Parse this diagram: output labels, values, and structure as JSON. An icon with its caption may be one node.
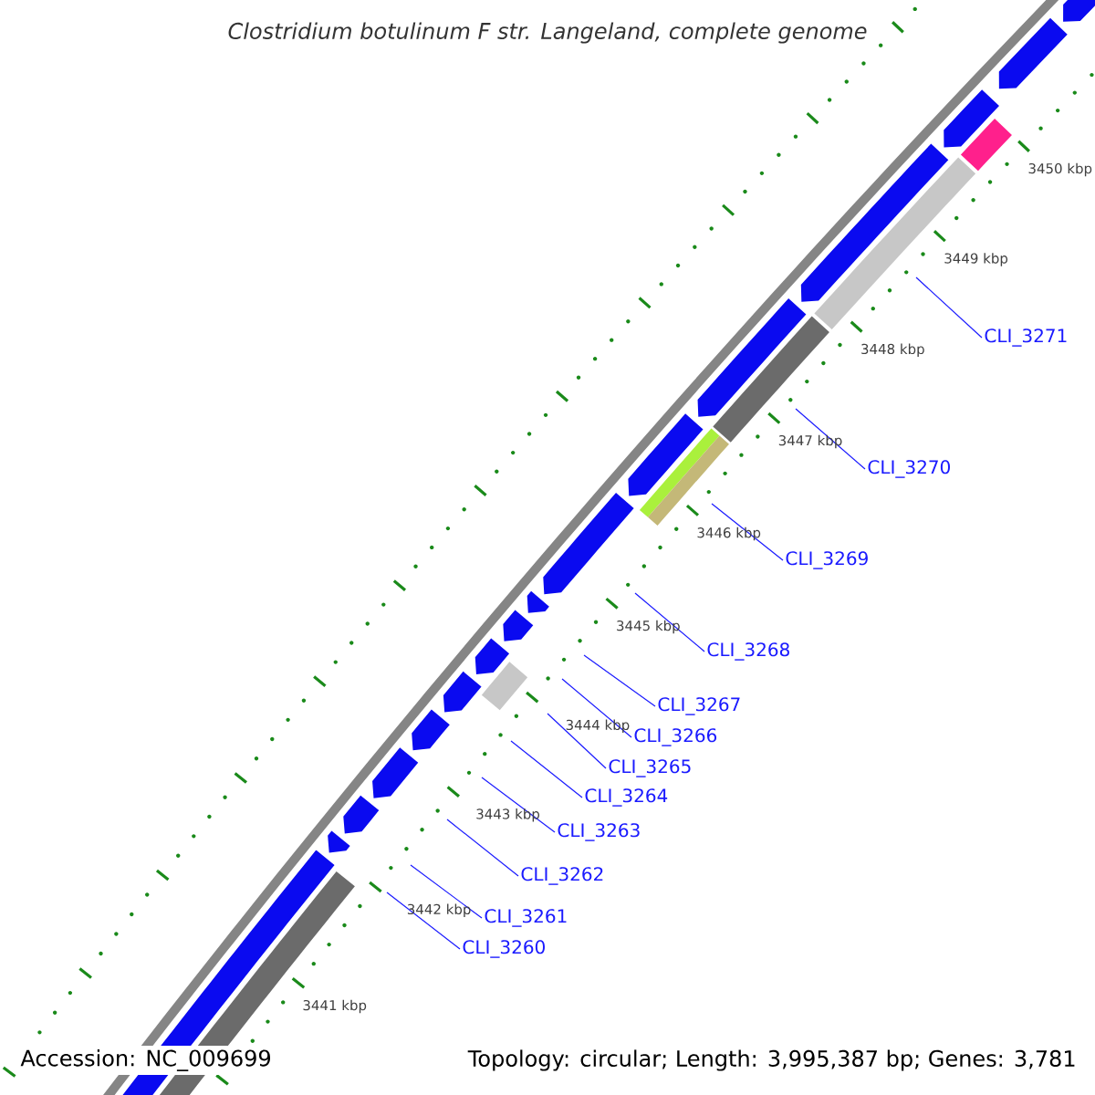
{
  "diagram": {
    "title": "Clostridium botulinum F str. Langeland, complete genome",
    "nodes": [
      {
        "text": [
          "CLI_3271"
        ]
      },
      {
        "text": [
          "CLI_3270"
        ]
      },
      {
        "text": [
          "CLI_3269"
        ]
      },
      {
        "text": [
          "CLI_3268"
        ]
      },
      {
        "text": [
          "CLI_3267"
        ]
      },
      {
        "text": [
          "CLI_3266"
        ]
      },
      {
        "text": [
          "CLI_3265"
        ]
      },
      {
        "text": [
          "CLI_3264"
        ]
      },
      {
        "text": [
          "CLI_3263"
        ]
      },
      {
        "text": [
          "CLI_3262"
        ]
      },
      {
        "text": [
          "CLI_3261"
        ]
      },
      {
        "text": [
          "CLI_3260"
        ]
      }
    ],
    "edges": [
      {
        "from": 0,
        "to": null,
        "arrow": "none"
      },
      {
        "from": 1,
        "to": null,
        "arrow": "none"
      },
      {
        "from": 2,
        "to": null,
        "arrow": "none"
      },
      {
        "from": 3,
        "to": null,
        "arrow": "none"
      },
      {
        "from": 4,
        "to": null,
        "arrow": "none"
      },
      {
        "from": 5,
        "to": null,
        "arrow": "none"
      },
      {
        "from": 6,
        "to": null,
        "arrow": "none"
      },
      {
        "from": 7,
        "to": null,
        "arrow": "none"
      },
      {
        "from": 8,
        "to": null,
        "arrow": "none"
      },
      {
        "from": 9,
        "to": null,
        "arrow": "none"
      },
      {
        "from": 10,
        "to": null,
        "arrow": "none"
      },
      {
        "from": 11,
        "to": null,
        "arrow": "none"
      }
    ],
    "labels": [
      "3450 kbp",
      "3449 kbp",
      "3448 kbp",
      "3447 kbp",
      "3446 kbp",
      "3445 kbp",
      "3444 kbp",
      "3443 kbp",
      "3442 kbp",
      "3441 kbp",
      "Accession: NC_009699",
      "Topology: circular; Length: 3,995,387 bp; Genes: 3,781"
    ]
  }
}
